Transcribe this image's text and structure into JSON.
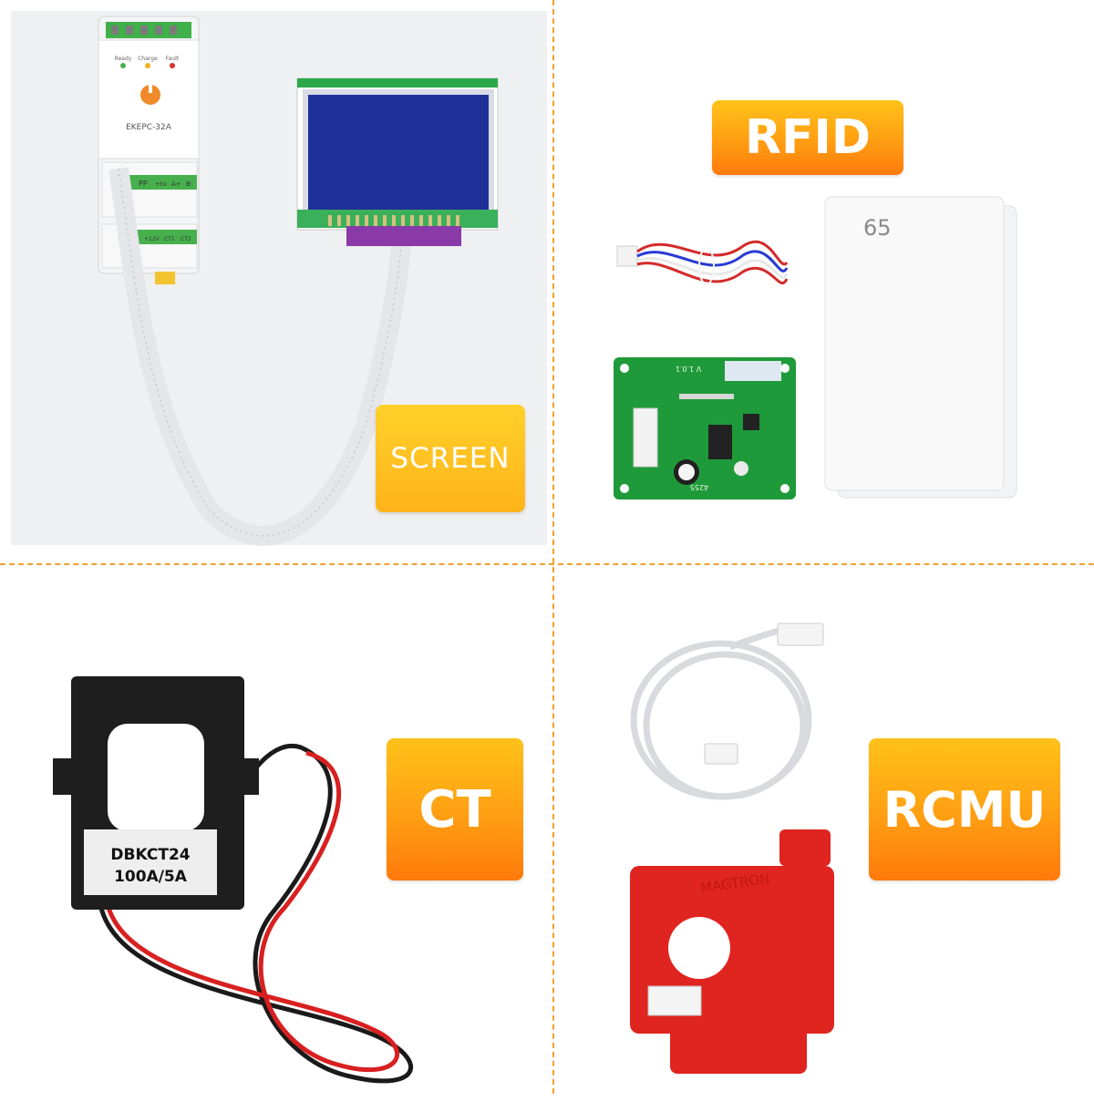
{
  "badges": {
    "screen": "SCREEN",
    "rfid": "RFID",
    "ct": "CT",
    "rcmu": "RCMU"
  },
  "controller": {
    "model": "EKEPC-32A",
    "leds": [
      "Ready",
      "Charge",
      "Fault"
    ],
    "terminals_top": [
      "PP",
      "+5V",
      "A+",
      "B-"
    ],
    "terminals_bottom": [
      "+12V",
      "CT1",
      "CT2"
    ]
  },
  "rfid": {
    "card_number": "65",
    "board_version": "V 1.0.1",
    "board_code": "4255"
  },
  "ct_sensor": {
    "model": "DBKCT24",
    "rating": "100A/5A"
  },
  "rcmu_sensor": {
    "brand": "MAGTRON"
  },
  "colors": {
    "badge_top": "#ffc21a",
    "badge_bottom": "#ff7a0c",
    "divider": "#f0a030",
    "lcd_blue": "#1f2f9a",
    "pcb_green": "#1f9a3a",
    "rcmu_red": "#e0241f",
    "ct_black": "#1e1e1e"
  }
}
